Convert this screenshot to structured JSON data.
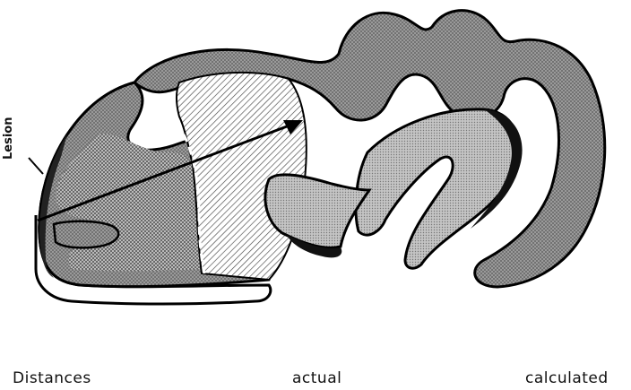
{
  "labels": {
    "lesion": "Lesion",
    "distances": "Distances",
    "actual": "actual",
    "calculated": "calculated"
  },
  "colors": {
    "outline": "#000000",
    "cortex_fill": "#8c8c8c",
    "white_matter_fill": "#b8b8b8",
    "background": "#ffffff"
  }
}
